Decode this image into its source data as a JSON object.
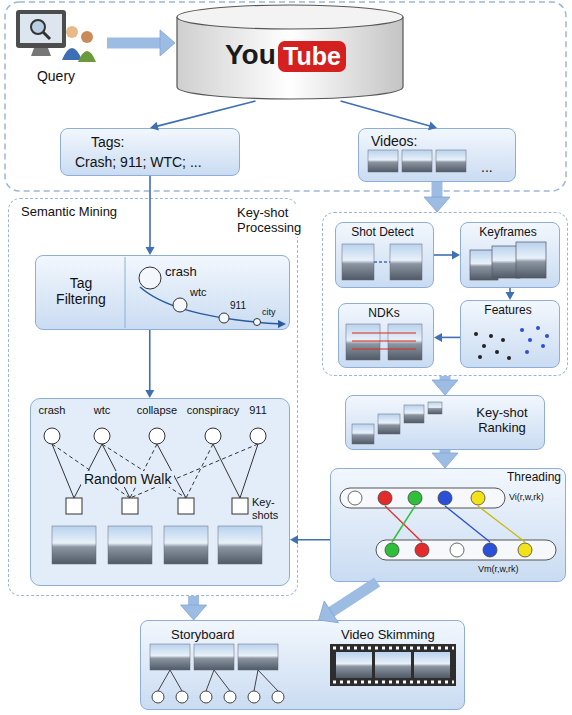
{
  "diagram": {
    "nodes": [
      {
        "text": [
          "Query"
        ]
      },
      {
        "text": [
          "You",
          "Tube"
        ]
      },
      {
        "text": [
          "Tags:",
          "Crash; 911; WTC; ..."
        ]
      },
      {
        "text": [
          "Videos:",
          "..."
        ]
      },
      {
        "text": [
          "Semantic Mining"
        ]
      },
      {
        "text": [
          "Tag Filtering"
        ],
        "in": 4
      },
      {
        "text": [
          "Random Walk"
        ],
        "in": 4
      },
      {
        "text": [
          "Key-shot Processing"
        ]
      },
      {
        "text": [
          "Shot Detect"
        ],
        "in": 7
      },
      {
        "text": [
          "Keyframes"
        ],
        "in": 7
      },
      {
        "text": [
          "Features"
        ],
        "in": 7
      },
      {
        "text": [
          "NDKs"
        ],
        "in": 7
      },
      {
        "text": [
          "Key-shot Ranking"
        ]
      },
      {
        "text": [
          "Threading"
        ]
      },
      {
        "text": [
          "Storyboard",
          "Video Skimming"
        ]
      }
    ],
    "edges": [
      {
        "from": 0,
        "to": 1,
        "arrow": "to"
      },
      {
        "from": 1,
        "to": 2,
        "arrow": "to"
      },
      {
        "from": 1,
        "to": 3,
        "arrow": "to"
      },
      {
        "from": 2,
        "to": 5,
        "arrow": "to"
      },
      {
        "from": 3,
        "to": 7,
        "arrow": "to"
      },
      {
        "from": 8,
        "to": 9,
        "arrow": "to"
      },
      {
        "from": 9,
        "to": 10,
        "arrow": "to"
      },
      {
        "from": 10,
        "to": 11,
        "arrow": "to"
      },
      {
        "from": 7,
        "to": 12,
        "arrow": "to"
      },
      {
        "from": 12,
        "to": 13,
        "arrow": "to"
      },
      {
        "from": 13,
        "to": 6,
        "arrow": "to"
      },
      {
        "from": 5,
        "to": 6,
        "arrow": "to"
      },
      {
        "from": 4,
        "to": 14,
        "arrow": "to"
      },
      {
        "from": 13,
        "to": 14,
        "arrow": "to"
      }
    ],
    "labels": [
      "crash",
      "wtc",
      "911",
      "city",
      "crash",
      "wtc",
      "collapse",
      "conspiracy",
      "911",
      "Key-shots",
      "Vi(r,w,rk)",
      "Vm(r,w,rk)"
    ]
  }
}
